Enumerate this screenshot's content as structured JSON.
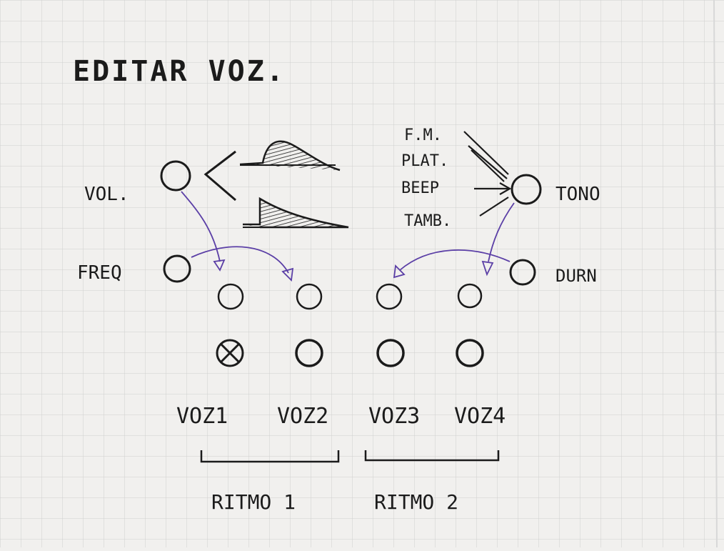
{
  "title": "EDITAR VOZ.",
  "controls": {
    "volume": "VOL.",
    "frequency": "FREQ",
    "tone": "TONO",
    "duration": "DURN"
  },
  "tone_options": [
    "F.M.",
    "PLAT.",
    "BEEP",
    "TAMB."
  ],
  "voices": [
    "VOZ1",
    "VOZ2",
    "VOZ3",
    "VOZ4"
  ],
  "rhythms": [
    "RITMO 1",
    "RITMO 2"
  ],
  "colors": {
    "ink": "#1b1b1b",
    "connector": "#5b3fa6",
    "paper": "#f1f0ee",
    "grid": "#cfcfcf"
  }
}
